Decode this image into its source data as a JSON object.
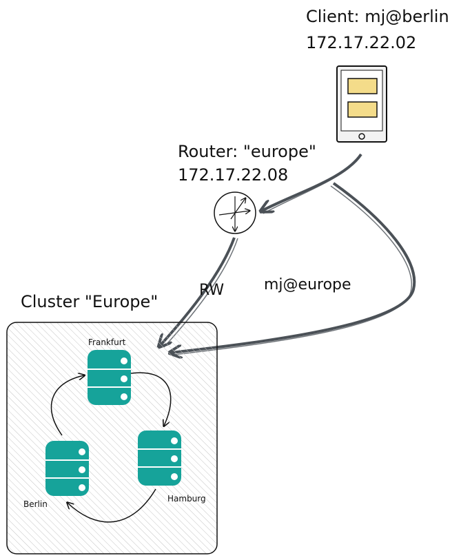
{
  "client": {
    "label": "Client: mj@berlin",
    "ip": "172.17.22.02"
  },
  "router": {
    "label": "Router: \"europe\"",
    "ip": "172.17.22.08"
  },
  "connection": {
    "rw_label": "RW",
    "user_label": "mj@europe"
  },
  "cluster": {
    "label": "Cluster \"Europe\"",
    "nodes": {
      "frankfurt": "Frankfurt",
      "hamburg": "Hamburg",
      "berlin": "Berlin"
    }
  },
  "colors": {
    "db": "#16a39a",
    "db_stripe": "#ffffff",
    "arrow": "#4b5157",
    "screen": "#f4dc8a",
    "hatch": "#c9c9c9"
  }
}
